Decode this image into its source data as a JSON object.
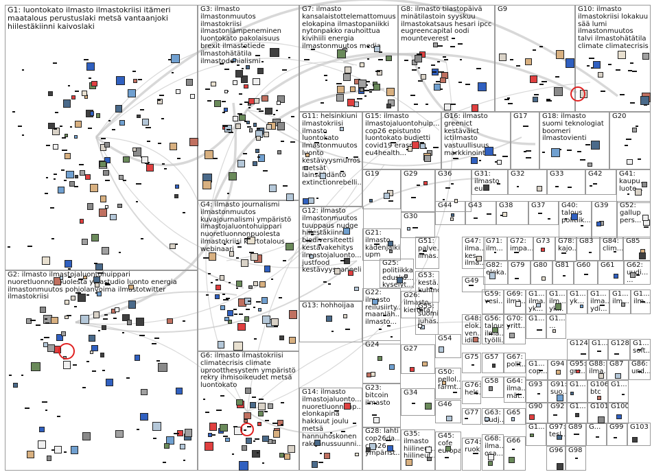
{
  "groups": [
    {
      "id": "G1",
      "label": "G1: luontokato ilmasto ilmastokriisi itämeri maatalous perustuslaki metsä vantaanjoki hiilestäkiinni kaivoslaki"
    },
    {
      "id": "G2",
      "label": "G2: ilmasto ilmastojaluontohuippari nuoretluonnonpuolesta yleastudio luonto energia ilmastonmuutos pohjolanvoima ilmastotwitter ilmastokriisi"
    },
    {
      "id": "G3",
      "label": "G3: ilmasto ilmastonmuutos ilmastokriisi ilmastonlämpeneminen luontokato pakolaisuus brexit ilmastotiede ilmastohätätila ilmastodenialismi"
    },
    {
      "id": "G4",
      "label": "G4: ilmasto journalismi ilmastonmuutos kuvajournalismi ympäristö ilmastojaluontohuippari nuoretluonnonpuolesta ilmastokriisi kiertotalous webinaari"
    },
    {
      "id": "G5",
      "label": ""
    },
    {
      "id": "G6",
      "label": "G6: ilmasto ilmastokriisi climatecrisis climate uprootthesystem ympäristö rekry ihmisoikeudet metsä luontokato"
    },
    {
      "id": "G7",
      "label": "G7: ilmasto kansalaistottelemattomuus elokapina ilmastopaniikki nytonpakko rauhoittua kivihiili energia ilmastonmuutos media"
    },
    {
      "id": "G8",
      "label": "G8: ilmasto tilastopäivä minätilastoin syyskuu ilmastokatsaus hesari ipcc eugreencapital oodi mounteverest"
    },
    {
      "id": "G9",
      "label": "G9"
    },
    {
      "id": "G10",
      "label": "G10: ilmasto ilmastokriisi lokakuu sää lumi ilmastonmuutos talvi ilmastohätätila climate climatecrisis"
    },
    {
      "id": "G11",
      "label": "G11: helsinkiuni ilmastokriisi ilmasto luontokato ilmastonmuutos luonto kestävyysmurros metsät lainsäädäntö extinctionrebelli..."
    },
    {
      "id": "G12",
      "label": "G12: ilmasto ilmastonmuutos tuuppaus nudge hiilestäkiinni biodiversiteetti kestävakehitys ilmastojaluonto... justfood kestävyyspaneeli"
    },
    {
      "id": "G13",
      "label": "G13: hohhoijaa"
    },
    {
      "id": "G14",
      "label": "G14: ilmasto ilmastojaluonto... nuoretluonnonp... elonkapina hakkuut joulu metsä hannuhoskonen rakennussuunni..."
    },
    {
      "id": "G15",
      "label": "G15: ilmasto ilmastojaluontohuip... cop26 epistunto luontokato budjetti covid19 erasmus eu4health..."
    },
    {
      "id": "G16",
      "label": "G16: ilmasto greenict kestäväict ictilmasto vastuullisuus markkinointi..."
    },
    {
      "id": "G17",
      "label": "G17"
    },
    {
      "id": "G18",
      "label": "G18: ilmasto suomi teknologiat boomeri ilmastovienti"
    },
    {
      "id": "G19",
      "label": "G19"
    },
    {
      "id": "G20",
      "label": "G20"
    },
    {
      "id": "G21",
      "label": "G21: ilmasto kädenjälki upm"
    },
    {
      "id": "G22",
      "label": "G22: ilmasto reilusiirty... maanläh... ilmasto..."
    },
    {
      "id": "G23",
      "label": "G23: bitcoin ilmasto"
    },
    {
      "id": "G24",
      "label": "G24"
    },
    {
      "id": "G25",
      "label": "G25: politiikka edusku... kyselyt..."
    },
    {
      "id": "G26",
      "label": "G26: ilmasto kiertota..."
    },
    {
      "id": "G27",
      "label": "G27"
    },
    {
      "id": "G28",
      "label": "G28: lahti cop26da... cop26 ympärist..."
    },
    {
      "id": "G29",
      "label": "G29"
    },
    {
      "id": "G30",
      "label": "G30"
    },
    {
      "id": "G31",
      "label": "G31: ilmasto eu..."
    },
    {
      "id": "G32",
      "label": "G32"
    },
    {
      "id": "G33",
      "label": "G33"
    },
    {
      "id": "G34",
      "label": "G34"
    },
    {
      "id": "G35",
      "label": "G35: ilmasto hiilineut... hiilineut..."
    },
    {
      "id": "G36",
      "label": "G36"
    },
    {
      "id": "G37",
      "label": "G37"
    },
    {
      "id": "G38",
      "label": "G38"
    },
    {
      "id": "G39",
      "label": "G39"
    },
    {
      "id": "G40",
      "label": "G40: talous politiik..."
    },
    {
      "id": "G41",
      "label": "G41: kaupu... luote..."
    },
    {
      "id": "G42",
      "label": "G42"
    },
    {
      "id": "G43",
      "label": "G43"
    },
    {
      "id": "G44",
      "label": "G44"
    },
    {
      "id": "G45",
      "label": "G45: cofe europa"
    },
    {
      "id": "G46",
      "label": "G46"
    },
    {
      "id": "G47",
      "label": "G47: ilma... kes... ilma..."
    },
    {
      "id": "G48",
      "label": "G48: elok... ven... idiot..."
    },
    {
      "id": "G49",
      "label": "G49"
    },
    {
      "id": "G50",
      "label": "G50: pellol... farmt..."
    },
    {
      "id": "G51",
      "label": "G51: palve... ilmas..."
    },
    {
      "id": "G52",
      "label": "G52: gallup pers..."
    },
    {
      "id": "G53",
      "label": "G53: kestä... kuhmo"
    },
    {
      "id": "G54",
      "label": "G54"
    },
    {
      "id": "G55",
      "label": "G55: suomi juhas..."
    },
    {
      "id": "G56",
      "label": "G56: talous ilma... työlli..."
    },
    {
      "id": "G57",
      "label": "G57"
    },
    {
      "id": "G58",
      "label": "G58"
    },
    {
      "id": "G59",
      "label": "G59: vesi..."
    },
    {
      "id": "G60",
      "label": "G60"
    },
    {
      "id": "G61",
      "label": "G61"
    },
    {
      "id": "G62",
      "label": "G62: uudi... ..."
    },
    {
      "id": "G63",
      "label": "G63: budj..."
    },
    {
      "id": "G64",
      "label": "G64: ilma... mät..."
    },
    {
      "id": "G65",
      "label": "G65"
    },
    {
      "id": "G66",
      "label": "G66"
    },
    {
      "id": "G67",
      "label": "G67: polit..."
    },
    {
      "id": "G68",
      "label": "G68: ilma... osa..."
    },
    {
      "id": "G69",
      "label": "G69: ilma..."
    },
    {
      "id": "G70",
      "label": "G70: yritt..."
    },
    {
      "id": "G71",
      "label": "G71: ilm..."
    },
    {
      "id": "G72",
      "label": "G72: impa..."
    },
    {
      "id": "G73",
      "label": "G73"
    },
    {
      "id": "G74",
      "label": "G74: ruok..."
    },
    {
      "id": "G75",
      "label": "G75"
    },
    {
      "id": "G76",
      "label": "G76: hels..."
    },
    {
      "id": "G77",
      "label": "G77"
    },
    {
      "id": "G78",
      "label": "G78: kajo..."
    },
    {
      "id": "G79",
      "label": "G79"
    },
    {
      "id": "G80",
      "label": "G80"
    },
    {
      "id": "G81",
      "label": "G81"
    },
    {
      "id": "G82",
      "label": "G82: eloka..."
    },
    {
      "id": "G83",
      "label": "G83"
    },
    {
      "id": "G84",
      "label": "G84: clim..."
    },
    {
      "id": "G85",
      "label": "G85"
    },
    {
      "id": "G86",
      "label": "G86: und..."
    },
    {
      "id": "G87",
      "label": "G87"
    },
    {
      "id": "G88",
      "label": "G88: ilma..."
    },
    {
      "id": "G89",
      "label": "G89"
    },
    {
      "id": "G90",
      "label": "G90"
    },
    {
      "id": "G91",
      "label": "G91: suo..."
    },
    {
      "id": "G92",
      "label": "G92"
    },
    {
      "id": "G93",
      "label": "G93"
    },
    {
      "id": "G94",
      "label": "G94"
    },
    {
      "id": "G95",
      "label": "G95: gre..."
    },
    {
      "id": "G96",
      "label": "G96"
    },
    {
      "id": "G97",
      "label": "G97: tesl..."
    },
    {
      "id": "G98",
      "label": "G98"
    },
    {
      "id": "G99",
      "label": "G99"
    },
    {
      "id": "G100",
      "label": "G100"
    },
    {
      "id": "G101",
      "label": "G101"
    },
    {
      "id": "G103",
      "label": "G103"
    },
    {
      "id": "G106",
      "label": "G106: btc"
    },
    {
      "id": "G124",
      "label": "G124"
    },
    {
      "id": "G128",
      "label": "G128"
    },
    {
      "id": "G1a",
      "label": "G1... ilma... yk..."
    },
    {
      "id": "G1b",
      "label": "G1... ilm... yk..."
    },
    {
      "id": "G1c",
      "label": "G1... yk..."
    },
    {
      "id": "G1d",
      "label": "G1... ilma... ydi..."
    },
    {
      "id": "G1e",
      "label": "G1... ilm..."
    },
    {
      "id": "G1f",
      "label": "G1... ilm..."
    },
    {
      "id": "G1g",
      "label": "G1..."
    },
    {
      "id": "G1h",
      "label": "G1... ..."
    },
    {
      "id": "G1i",
      "label": "G1..."
    },
    {
      "id": "G1j",
      "label": "G1... cop..."
    },
    {
      "id": "G1k",
      "label": "G1..."
    },
    {
      "id": "G1l",
      "label": "G1... soft..."
    },
    {
      "id": "G1m",
      "label": "G1..."
    },
    {
      "id": "G1n",
      "label": "G1..."
    },
    {
      "id": "G1o",
      "label": "G1..."
    },
    {
      "id": "G1p",
      "label": "G..."
    }
  ],
  "colors": {
    "edge": "#c8c8c8",
    "group_border": "#9a9a9a",
    "highlight_ring": "#e02020",
    "node_border": "#222222"
  }
}
